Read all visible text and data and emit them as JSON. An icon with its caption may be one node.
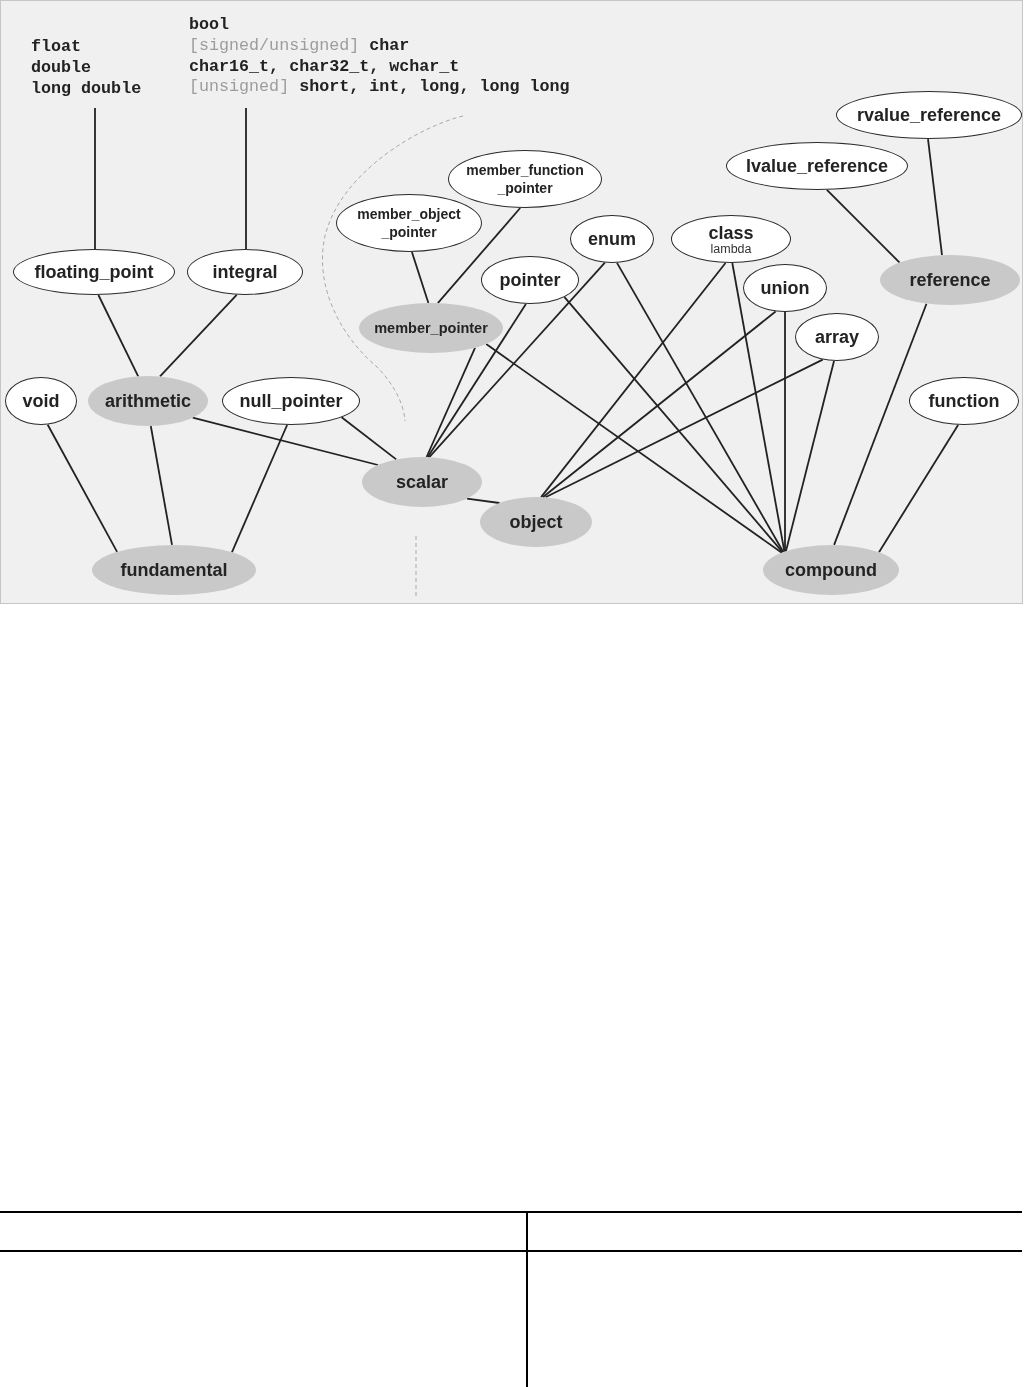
{
  "diagram": {
    "nodes": [
      {
        "text": [
          "float",
          "double",
          "long double"
        ]
      },
      {
        "text": [
          "bool",
          "[signed/unsigned]",
          "char",
          "char16_t, char32_t, wchar_t",
          "[unsigned]",
          "short, int, long, long long"
        ]
      },
      {
        "text": [
          "rvalue_reference"
        ]
      },
      {
        "text": [
          "member_function _pointer"
        ]
      },
      {
        "text": [
          "lvalue_reference"
        ]
      },
      {
        "text": [
          "member_object _pointer"
        ]
      },
      {
        "text": [
          "enum"
        ]
      },
      {
        "text": [
          "class",
          "lambda"
        ]
      },
      {
        "text": [
          "floating_point"
        ]
      },
      {
        "text": [
          "integral"
        ]
      },
      {
        "text": [
          "pointer"
        ]
      },
      {
        "text": [
          "reference"
        ]
      },
      {
        "text": [
          "union"
        ]
      },
      {
        "text": [
          "member_pointer"
        ]
      },
      {
        "text": [
          "array"
        ]
      },
      {
        "text": [
          "void"
        ]
      },
      {
        "text": [
          "arithmetic"
        ]
      },
      {
        "text": [
          "null_pointer"
        ]
      },
      {
        "text": [
          "function"
        ]
      },
      {
        "text": [
          "scalar"
        ]
      },
      {
        "text": [
          "object"
        ]
      },
      {
        "text": [
          "fundamental"
        ]
      },
      {
        "text": [
          "compound"
        ]
      }
    ],
    "edges": [
      {
        "from": 0,
        "to": 8,
        "arrow": "none"
      },
      {
        "from": 1,
        "to": 9,
        "arrow": "none"
      },
      {
        "from": 8,
        "to": 16,
        "arrow": "none"
      },
      {
        "from": 9,
        "to": 16,
        "arrow": "none"
      },
      {
        "from": 5,
        "to": 13,
        "arrow": "none"
      },
      {
        "from": 3,
        "to": 13,
        "arrow": "none"
      },
      {
        "from": 4,
        "to": 11,
        "arrow": "none"
      },
      {
        "from": 2,
        "to": 11,
        "arrow": "none"
      },
      {
        "from": 15,
        "to": 21,
        "arrow": "none"
      },
      {
        "from": 16,
        "to": 21,
        "arrow": "none"
      },
      {
        "from": 17,
        "to": 21,
        "arrow": "none"
      },
      {
        "from": 16,
        "to": 19,
        "arrow": "none"
      },
      {
        "from": 17,
        "to": 19,
        "arrow": "none"
      },
      {
        "from": 13,
        "to": 19,
        "arrow": "none"
      },
      {
        "from": 10,
        "to": 19,
        "arrow": "none"
      },
      {
        "from": 6,
        "to": 19,
        "arrow": "none"
      },
      {
        "from": 19,
        "to": 20,
        "arrow": "none"
      },
      {
        "from": 7,
        "to": 20,
        "arrow": "none"
      },
      {
        "from": 12,
        "to": 20,
        "arrow": "none"
      },
      {
        "from": 14,
        "to": 20,
        "arrow": "none"
      },
      {
        "from": 13,
        "to": 22,
        "arrow": "none"
      },
      {
        "from": 10,
        "to": 22,
        "arrow": "none"
      },
      {
        "from": 6,
        "to": 22,
        "arrow": "none"
      },
      {
        "from": 7,
        "to": 22,
        "arrow": "none"
      },
      {
        "from": 12,
        "to": 22,
        "arrow": "none"
      },
      {
        "from": 14,
        "to": 22,
        "arrow": "none"
      },
      {
        "from": 11,
        "to": 22,
        "arrow": "none"
      },
      {
        "from": 18,
        "to": 22,
        "arrow": "none"
      }
    ]
  }
}
